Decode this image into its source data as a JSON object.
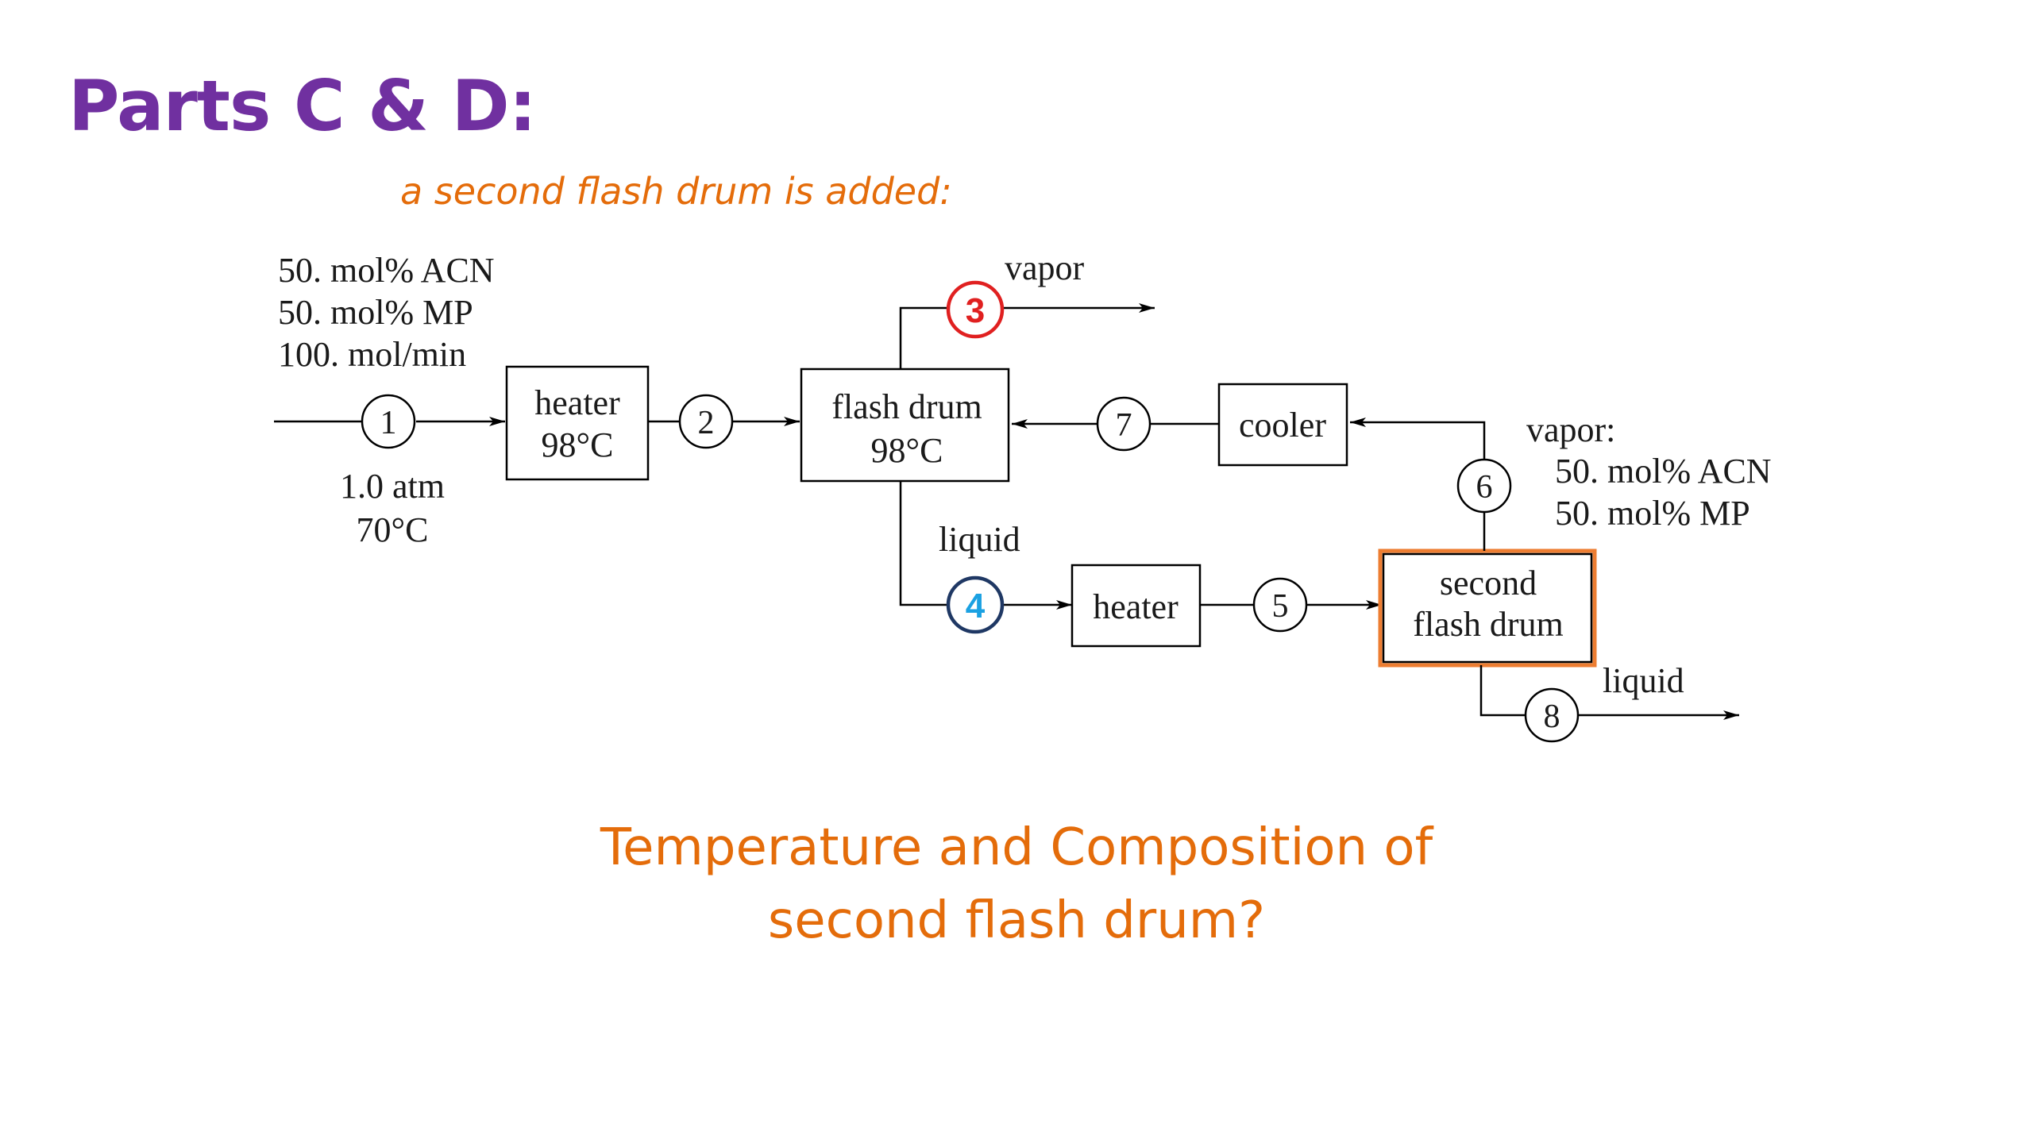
{
  "title": "Parts C & D:",
  "subtitle": "a second flash drum is added:",
  "question": {
    "line1": "Temperature and Composition of",
    "line2": "second flash drum?"
  },
  "colors": {
    "title": "#7030A0",
    "accent": "#E46C0A",
    "stream3": "#E02020",
    "stream4_text": "#1BA1E2",
    "stream4_ring": "#1F3864",
    "highlight_box": "#ED7D31"
  },
  "diagram": {
    "feed": {
      "line1": "50. mol% ACN",
      "line2": "50. mol% MP",
      "line3": "100. mol/min",
      "pressure": "1.0 atm",
      "temperature": "70°C"
    },
    "units": {
      "heater1": {
        "label": "heater",
        "temp": "98°C"
      },
      "flash1": {
        "label": "flash drum",
        "temp": "98°C"
      },
      "cooler": {
        "label": "cooler"
      },
      "heater2": {
        "label": "heater"
      },
      "flash2": {
        "line1": "second",
        "line2": "flash drum"
      }
    },
    "streams": [
      "1",
      "2",
      "3",
      "4",
      "5",
      "6",
      "7",
      "8"
    ],
    "labels": {
      "vapor_top": "vapor",
      "liquid_mid": "liquid",
      "liquid_bottom": "liquid",
      "vapor6_title": "vapor:",
      "vapor6_line1": "50. mol% ACN",
      "vapor6_line2": "50. mol% MP"
    }
  }
}
